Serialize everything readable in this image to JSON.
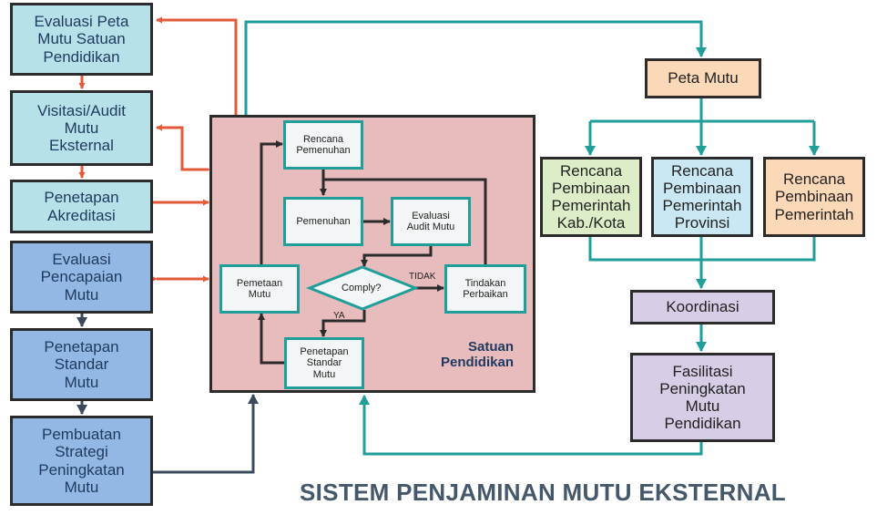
{
  "title": "SISTEM PENJAMINAN MUTU EKSTERNAL",
  "left_column": [
    {
      "id": "evaluasi-peta-mutu",
      "label": "Evaluasi Peta\nMutu Satuan\nPendidikan"
    },
    {
      "id": "visitasi",
      "label": "Visitasi/Audit\nMutu\nEksternal"
    },
    {
      "id": "penetapan-akreditasi",
      "label": "Penetapan\nAkreditasi"
    },
    {
      "id": "evaluasi-pencapaian",
      "label": "Evaluasi\nPencapaian\nMutu"
    },
    {
      "id": "penetapan-standar",
      "label": "Penetapan\nStandar\nMutu"
    },
    {
      "id": "pembuatan-strategi",
      "label": "Pembuatan\nStrategi\nPeningkatan\nMutu"
    }
  ],
  "satuan": {
    "label": "Satuan\nPendidikan",
    "rencana_pemenuhan": "Rencana\nPemenuhan",
    "pemenuhan": "Pemenuhan",
    "evaluasi_audit": "Evaluasi\nAudit Mutu",
    "pemetaan_mutu": "Pemetaan\nMutu",
    "comply": "Comply?",
    "tidak": "TIDAK",
    "ya": "YA",
    "tindakan_perbaikan": "Tindakan\nPerbaikan",
    "penetapan_standar": "Penetapan\nStandar\nMutu"
  },
  "right": {
    "peta_mutu": "Peta Mutu",
    "rencana_kab": "Rencana\nPembinaan\nPemerintah\nKab./Kota",
    "rencana_provinsi": "Rencana\nPembinaan\nPemerintah\nProvinsi",
    "rencana_pemerintah": "Rencana\nPembinaan\nPemerintah",
    "koordinasi": "Koordinasi",
    "fasilitasi": "Fasilitasi\nPeningkatan\nMutu\nPendidikan"
  },
  "colors": {
    "red_arrow": "#e35a3a",
    "teal_arrow": "#1f9e9a",
    "dark_arrow": "#3a4a5c",
    "left_light": "#b7e1e9",
    "left_mid": "#93b8e3",
    "panel": "#e8bcbc"
  }
}
